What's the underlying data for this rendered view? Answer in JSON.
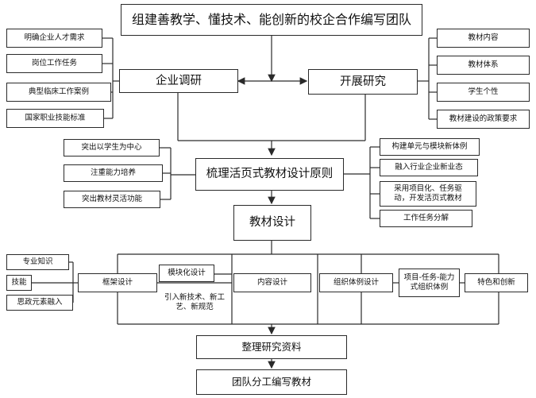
{
  "title": "组建善教学、懂技术、能创新的校企合作编写团队",
  "left_top": {
    "main": "企业调研",
    "items": [
      "明确企业人才需求",
      "岗位工作任务",
      "典型临床工作案例",
      "国家职业技能标准"
    ]
  },
  "right_top": {
    "main": "开展研究",
    "items": [
      "教材内容",
      "教材体系",
      "学生个性",
      "教材建设的政策要求"
    ]
  },
  "principle": {
    "main": "梳理活页式教材设计原则",
    "left_items": [
      "突出以学生为中心",
      "注重能力培养",
      "突出教材灵活功能"
    ],
    "right_items": [
      "构建单元与模块新体例",
      "融入行业企业新业态",
      "采用项目化、任务驱动，开发活页式教材",
      "工作任务分解"
    ]
  },
  "design": {
    "main": "教材设计",
    "framework": "框架设计",
    "framework_items": [
      "专业知识",
      "技能",
      "思政元素融入"
    ],
    "modular": "模块化设计",
    "new_tech": "引入新技术、新工艺、新规范",
    "content": "内容设计",
    "organization": "组织体例设计",
    "project_org": "项目-任务-能力式组织体例",
    "features": "特色和创新"
  },
  "step_organize": "整理研究资料",
  "step_write": "团队分工编写教材"
}
